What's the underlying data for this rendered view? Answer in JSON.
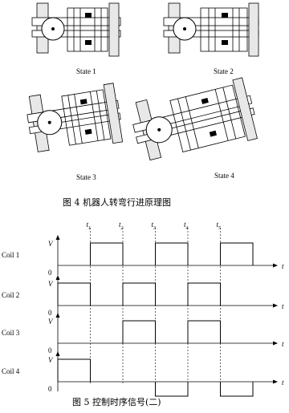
{
  "figure4": {
    "states": [
      {
        "label": "State 1"
      },
      {
        "label": "State 2"
      },
      {
        "label": "State 3"
      },
      {
        "label": "State 4"
      }
    ],
    "caption": "图 4   机器人转弯行进原理图"
  },
  "figure5": {
    "caption": "图 5   控制时序信号(二)",
    "time_markers": [
      "1",
      "2",
      "3",
      "4",
      "5"
    ],
    "time_symbol": "t",
    "amplitude_label": "V",
    "zero_label": "0",
    "axis_end_label": "t",
    "coils": [
      {
        "name": "Coil 1",
        "high_segments": [
          [
            1,
            2
          ],
          [
            3,
            4
          ],
          [
            5,
            6
          ]
        ]
      },
      {
        "name": "Coil 2",
        "high_segments": [
          [
            0,
            1
          ],
          [
            2,
            3
          ],
          [
            4,
            5
          ]
        ]
      },
      {
        "name": "Coil 3",
        "high_segments": [
          [
            2,
            3
          ],
          [
            4,
            5
          ]
        ]
      },
      {
        "name": "Coil 4",
        "high_segments": [
          [
            0,
            1
          ]
        ],
        "low_segments": [
          [
            3,
            4
          ],
          [
            5,
            6
          ]
        ]
      }
    ]
  }
}
